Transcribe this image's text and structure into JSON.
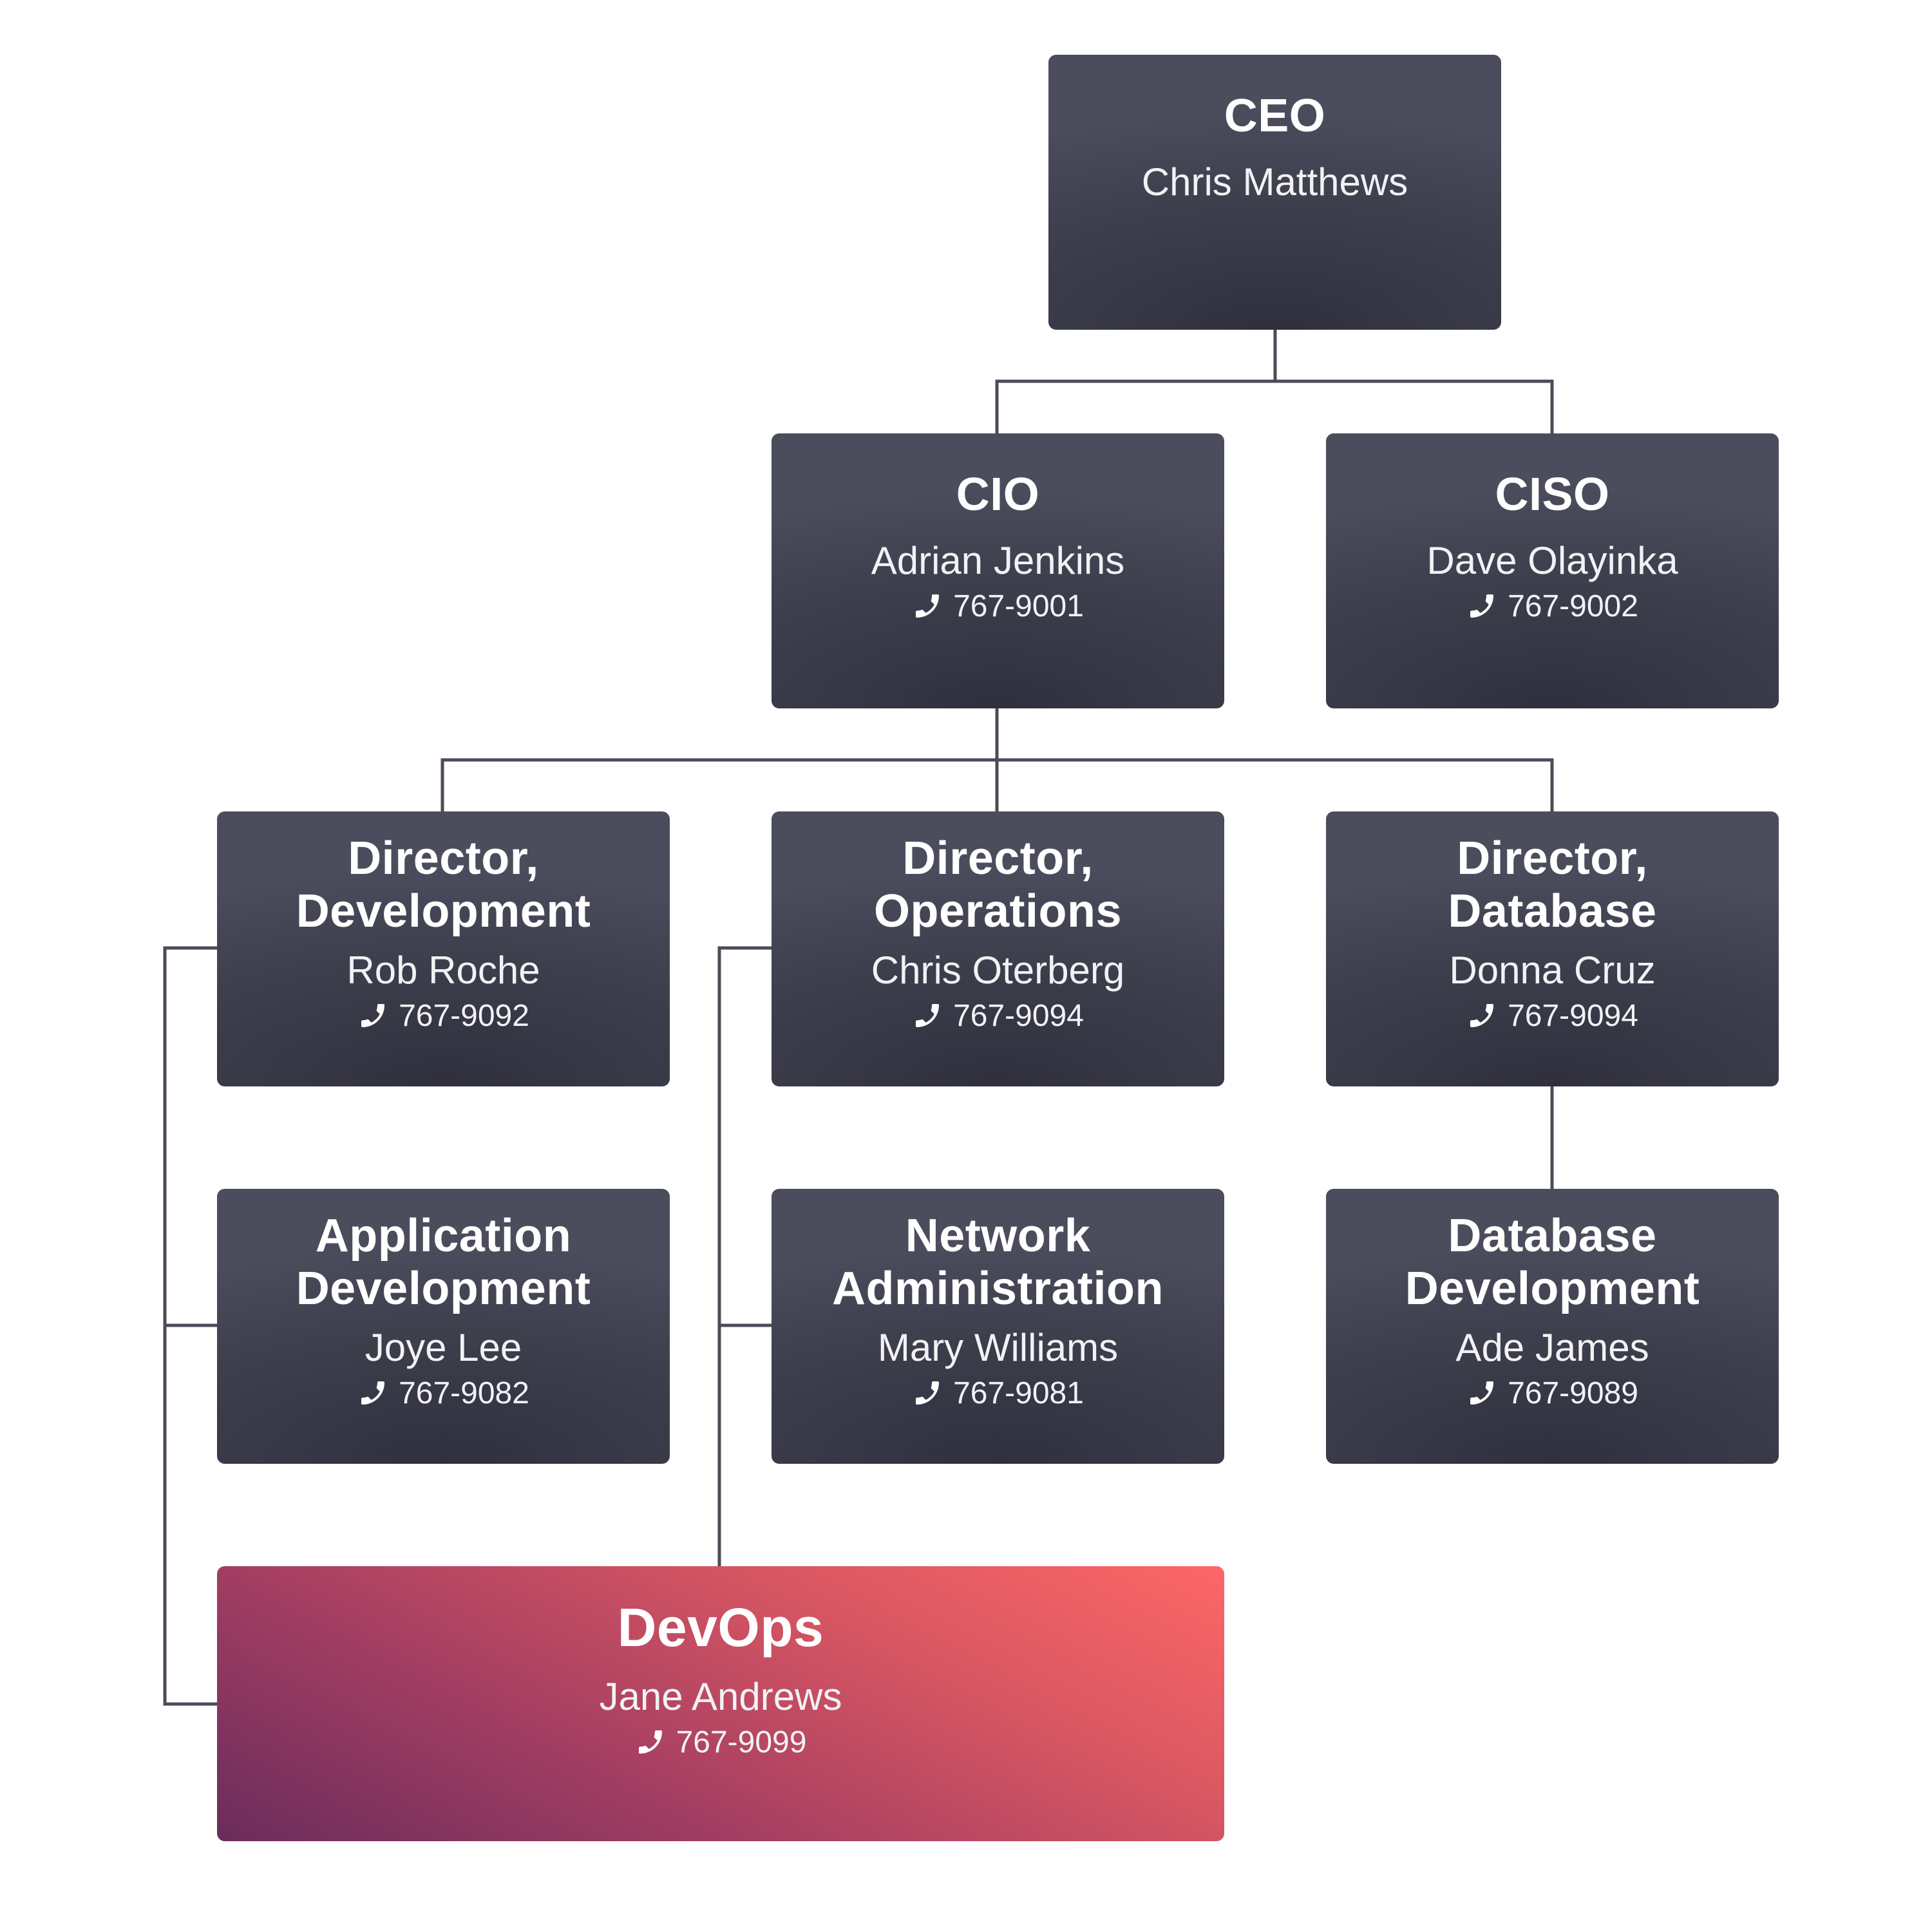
{
  "org_chart": {
    "ceo": {
      "title": "CEO",
      "name": "Chris Matthews"
    },
    "cio": {
      "title": "CIO",
      "name": "Adrian Jenkins",
      "phone": "767-9001"
    },
    "ciso": {
      "title": "CISO",
      "name": "Dave Olayinka",
      "phone": "767-9002"
    },
    "dir_dev": {
      "title_line1": "Director,",
      "title_line2": "Development",
      "name": "Rob Roche",
      "phone": "767-9092"
    },
    "dir_ops": {
      "title_line1": "Director,",
      "title_line2": "Operations",
      "name": "Chris Oterberg",
      "phone": "767-9094"
    },
    "dir_db": {
      "title_line1": "Director,",
      "title_line2": "Database",
      "name": "Donna Cruz",
      "phone": "767-9094"
    },
    "app_dev": {
      "title_line1": "Application",
      "title_line2": "Development",
      "name": "Joye Lee",
      "phone": "767-9082"
    },
    "net_admin": {
      "title_line1": "Network",
      "title_line2": "Administration",
      "name": "Mary Williams",
      "phone": "767-9081"
    },
    "db_dev": {
      "title_line1": "Database",
      "title_line2": "Development",
      "name": "Ade James",
      "phone": "767-9089"
    },
    "devops": {
      "title": "DevOps",
      "name": "Jane Andrews",
      "phone": "767-9099"
    }
  },
  "colors": {
    "box_dark": "#3d3e4c",
    "highlight_start": "#6a2c5c",
    "highlight_end": "#fd6766",
    "connector": "#4b4c59"
  },
  "icons": {
    "phone": "phone-icon"
  }
}
